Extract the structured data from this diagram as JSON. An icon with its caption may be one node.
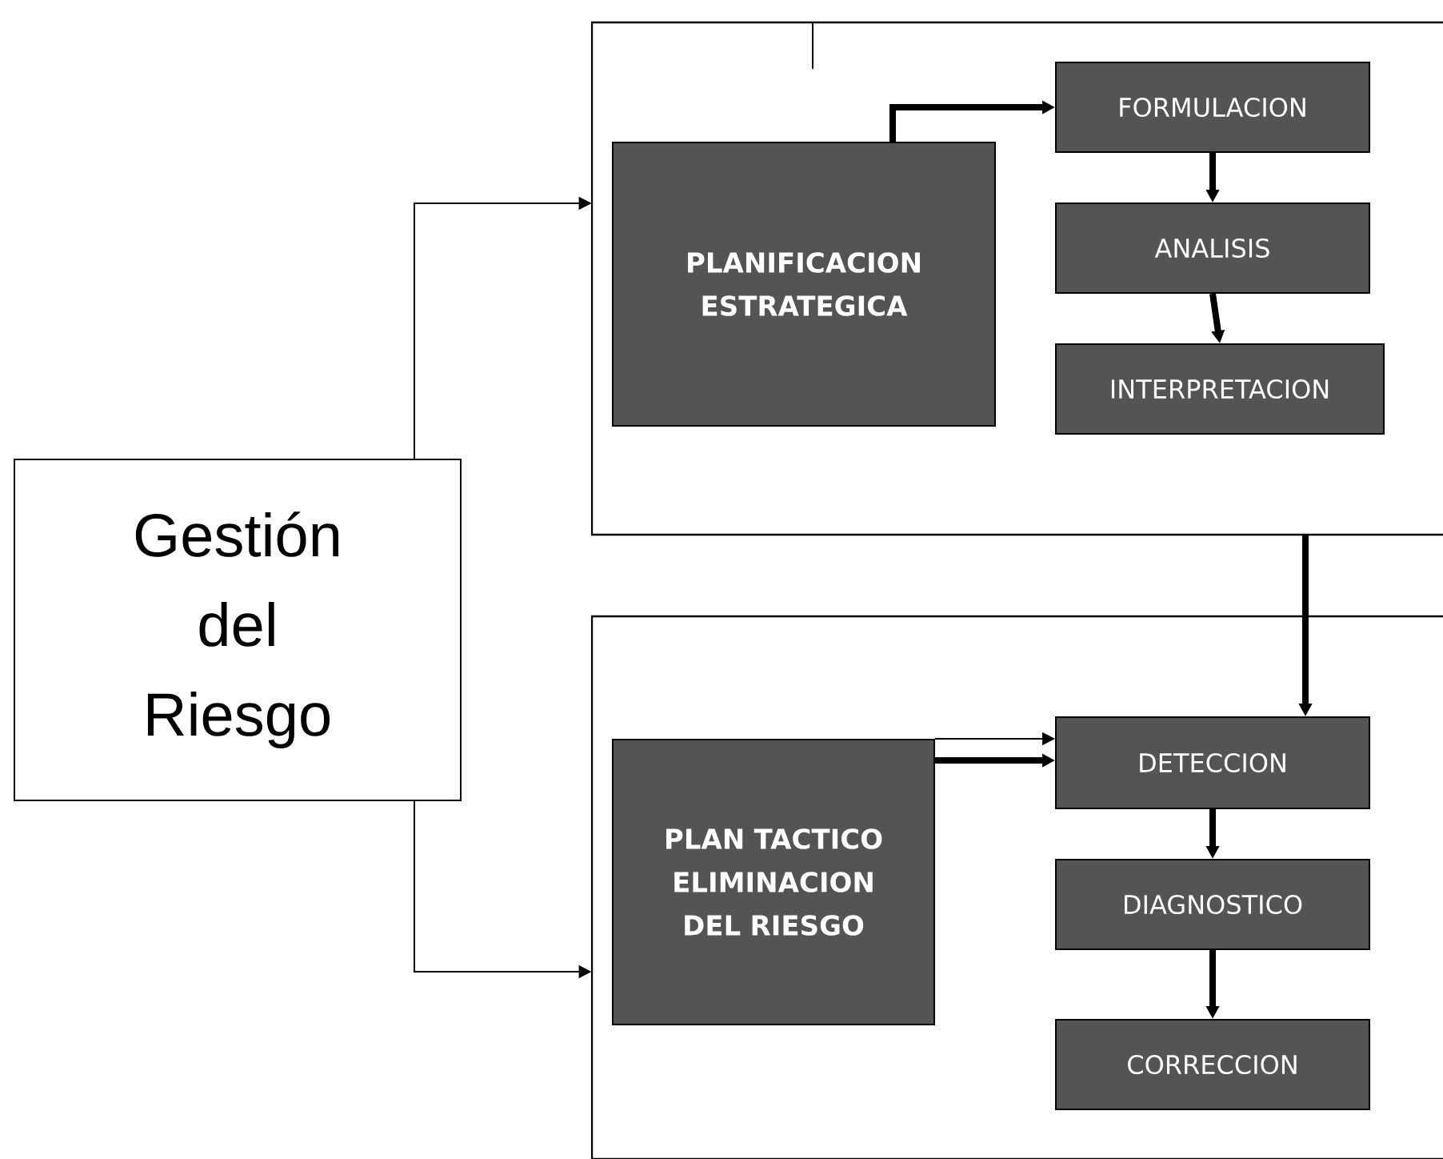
{
  "diagram": {
    "nodes": [
      {
        "text": [
          "Gestión del Riesgo"
        ]
      },
      {
        "text": [],
        "shape": "box"
      },
      {
        "text": [
          "PLANIFICACION ESTRATEGICA"
        ],
        "in": 1
      },
      {
        "text": [
          "FORMULACION"
        ],
        "in": 1
      },
      {
        "text": [
          "ANALISIS"
        ],
        "in": 1
      },
      {
        "text": [
          "INTERPRETACION"
        ],
        "in": 1
      },
      {
        "text": [],
        "shape": "box"
      },
      {
        "text": [
          "PLAN TACTICO ELIMINACION DEL RIESGO"
        ],
        "in": 6
      },
      {
        "text": [
          "DETECCION"
        ],
        "in": 6
      },
      {
        "text": [
          "DIAGNOSTICO"
        ],
        "in": 6
      },
      {
        "text": [
          "CORRECCION"
        ],
        "in": 6
      }
    ],
    "edges": [
      {
        "from": 0,
        "to": 1,
        "arrow": "to"
      },
      {
        "from": 0,
        "to": 6,
        "arrow": "to"
      },
      {
        "from": 2,
        "to": 3,
        "arrow": "to"
      },
      {
        "from": 3,
        "to": 4,
        "arrow": "to"
      },
      {
        "from": 4,
        "to": 5,
        "arrow": "to"
      },
      {
        "from": 1,
        "to": 8,
        "arrow": "to"
      },
      {
        "from": 7,
        "to": 8,
        "arrow": "to"
      },
      {
        "from": 7,
        "to": 8,
        "arrow": "to"
      },
      {
        "from": 8,
        "to": 9,
        "arrow": "to"
      },
      {
        "from": 9,
        "to": 10,
        "arrow": "to"
      }
    ]
  }
}
